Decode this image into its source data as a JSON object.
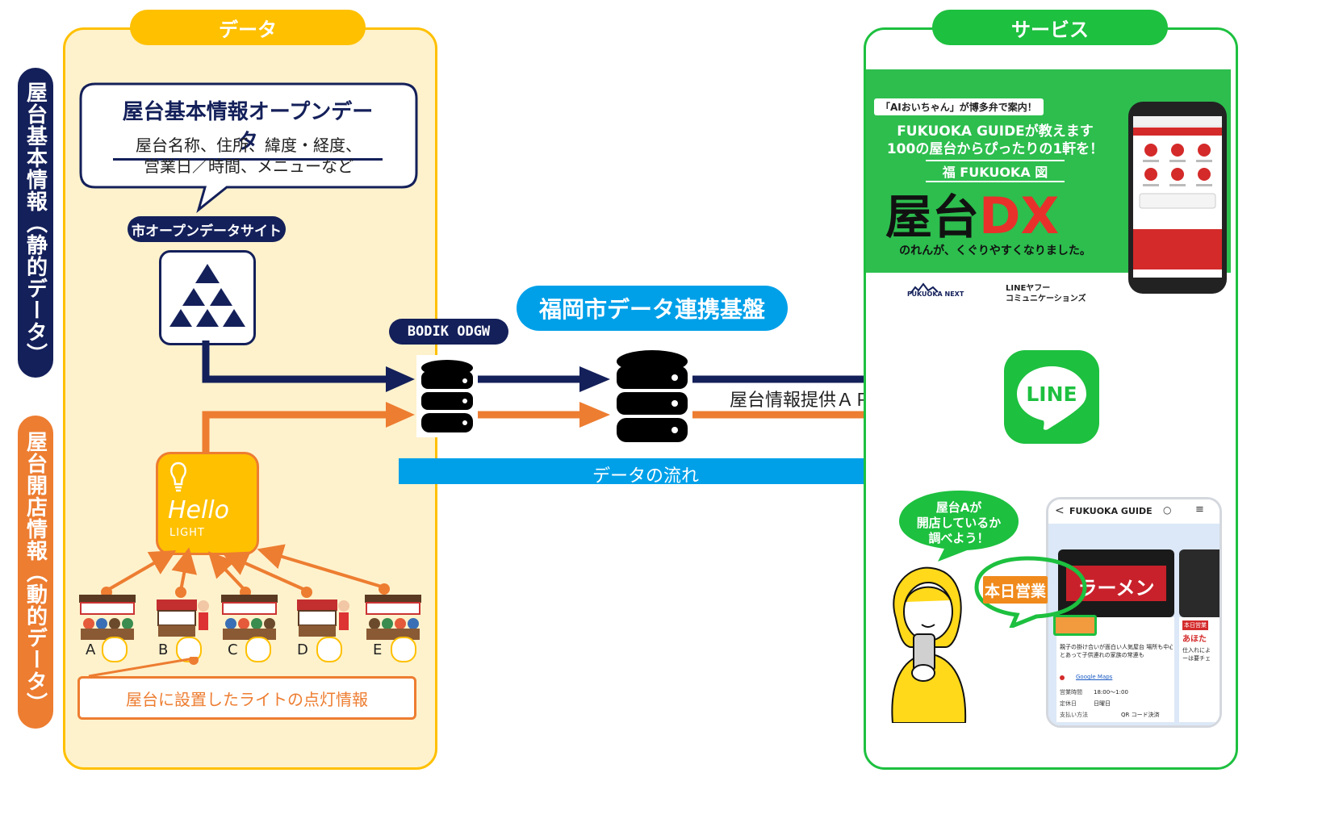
{
  "data_panel": {
    "title": "データ",
    "label_static": "屋台基本情報（静的データ）",
    "label_dynamic": "屋台開店情報（動的データ）",
    "open_data": {
      "title": "屋台基本情報オープンデータ",
      "line1": "屋台名称、住所、緯度・経度、",
      "line2": "営業日／時間、メニューなど"
    },
    "city_site_label": "市オープンデータサイト",
    "bodik_label": "BODIK ODGW",
    "hello_light": {
      "word": "Hello",
      "sub": "LIGHT"
    },
    "stalls": [
      "A",
      "B",
      "C",
      "D",
      "E"
    ],
    "light_info": "屋台に設置したライトの点灯情報"
  },
  "center": {
    "platform": "福岡市データ連携基盤",
    "api_label": "屋台情報提供ＡＰＩ",
    "flow_label": "データの流れ"
  },
  "service_panel": {
    "title": "サービス",
    "banner": {
      "tag": "「AIおいちゃん」が博多弁で案内！",
      "line1": "FUKUOKA GUIDEが教えます",
      "line2": "100の屋台からぴったりの1軒を！",
      "brand": "福 FUKUOKA 図",
      "big_a": "屋台",
      "big_b": "DX",
      "tagline": "のれんが、くぐりやすくなりました。"
    },
    "partner1": "FUKUOKA NEXT",
    "partner2a": "LINEヤフー",
    "partner2b": "コミュニケーションズ",
    "line_logo": "LINE",
    "bubble": [
      "屋台Aが",
      "開店しているか",
      "調べよう！"
    ],
    "open_today": "本日営業",
    "phone_app_title": "FUKUOKA GUIDE",
    "phone_banner_text": "ラーメン",
    "card_text1": "親子の掛け合いが面白い人気屋台 場所も中心",
    "card_text2": "とあって子供連れの家族の常連も",
    "card_map": "Google Maps",
    "card_rows": [
      {
        "k": "営業時間",
        "v": "18:00～1:00"
      },
      {
        "k": "定休日",
        "v": "日曜日"
      },
      {
        "k": "支払い方法",
        "v": "QR コード決済"
      }
    ],
    "side_card": {
      "badge": "本日営業",
      "name": "あほた",
      "t1": "仕入れによ",
      "t2": "ーは要チェ"
    }
  },
  "colors": {
    "yellow": "#FFC000",
    "yellow_bg": "#FEF2CC",
    "navy": "#14205A",
    "orange": "#ED7D31",
    "green": "#1DC03F",
    "blue": "#00A0E9"
  }
}
